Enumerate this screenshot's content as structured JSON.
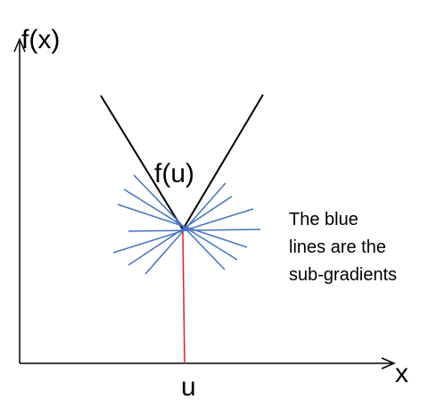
{
  "labels": {
    "y_axis": "f(x)",
    "x_axis": "x",
    "point_value": "f(u)",
    "point": "u",
    "note_lines": [
      "The blue",
      "lines are the",
      "sub-gradients"
    ]
  },
  "colors": {
    "axes": "#000000",
    "function": "#000000",
    "subgradients": "#4472c4",
    "drop_line": "#e02020"
  }
}
